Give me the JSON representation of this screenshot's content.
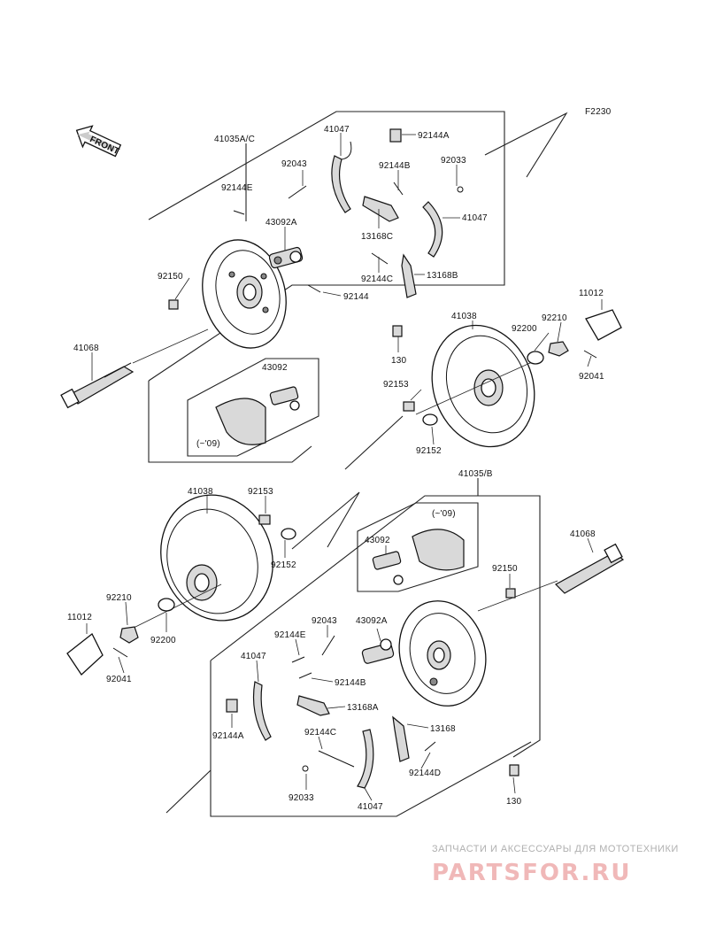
{
  "figure_code": "F2230",
  "front_label": "FRONT",
  "top_assembly": {
    "assembly": "41035A/C",
    "parts": {
      "shoe_a": "41047",
      "shoe_b": "41047",
      "spring_a": "92144A",
      "spring_b": "92144B",
      "spring_c": "92144C",
      "spring_e": "92144E",
      "spring": "92144",
      "pin": "92043",
      "clip": "92033",
      "cylinder": "43092A",
      "lever_c": "13168C",
      "lever_b": "13168B",
      "bolt": "92150",
      "axle": "41068",
      "nut": "130",
      "drum": "41038",
      "bolt_drum": "92153",
      "seal": "92152",
      "washer": "92200",
      "nut_hub": "92210",
      "cap": "11012",
      "cotter": "92041",
      "inset_cylinder": "43092",
      "inset_note": "(~'09)"
    }
  },
  "bottom_assembly": {
    "assembly": "41035/B",
    "parts": {
      "drum": "41038",
      "bolt_drum": "92153",
      "seal": "92152",
      "nut_hub": "92210",
      "washer": "92200",
      "cap": "11012",
      "cotter": "92041",
      "inset_cylinder": "43092",
      "inset_note": "(~'09)",
      "axle": "41068",
      "bolt": "92150",
      "pin": "92043",
      "cylinder": "43092A",
      "spring_e": "92144E",
      "shoe_a": "41047",
      "shoe_b": "41047",
      "spring_b": "92144B",
      "lever_a": "13168A",
      "spring_a": "92144A",
      "spring_c": "92144C",
      "lever": "13168",
      "spring_d": "92144D",
      "clip": "92033",
      "nut": "130"
    }
  },
  "watermark": {
    "caption": "ЗАПЧАСТИ И АКСЕССУАРЫ ДЛЯ МОТОТЕХНИКИ",
    "logo": "PARTSFOR.RU"
  }
}
